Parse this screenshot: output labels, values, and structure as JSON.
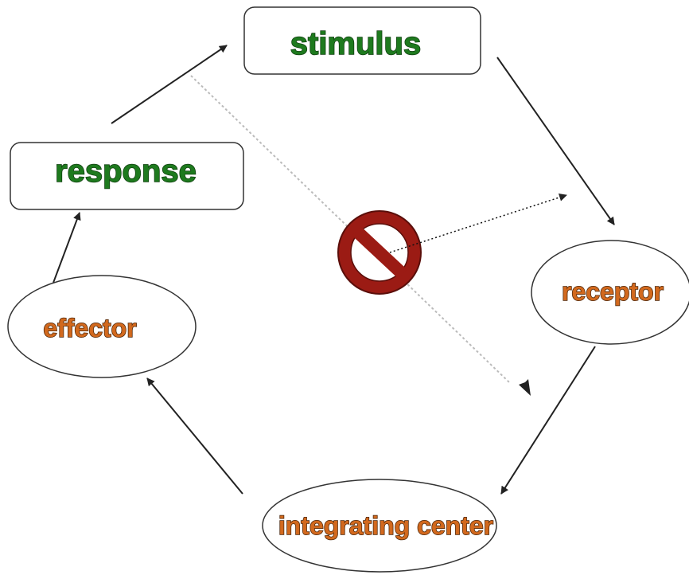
{
  "nodes": {
    "stimulus": "stimulus",
    "response": "response",
    "receptor": "receptor",
    "effector": "effector",
    "integrating_center": "integrating center"
  },
  "colors": {
    "green_text": "#1e7a1e",
    "green_outline": "#0f3d0f",
    "orange_text": "#d2691e",
    "orange_outline": "#4a2408",
    "no_symbol": "#9b1b14",
    "no_symbol_outline": "#5a0e0a",
    "arrow": "#222222",
    "dotted_line": "#bbbbbb"
  },
  "icons": {
    "blocked": "prohibition-icon"
  }
}
